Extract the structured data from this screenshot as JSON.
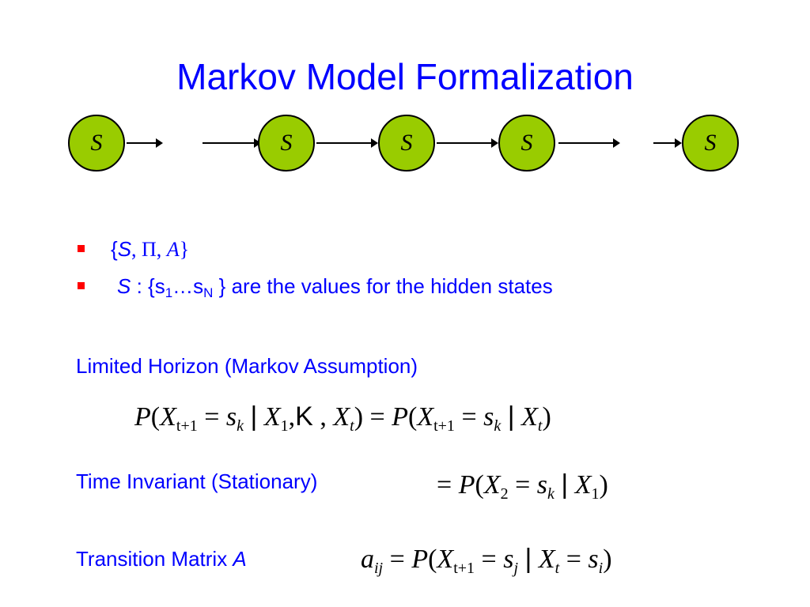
{
  "slide": {
    "title": "Markov Model Formalization"
  },
  "chain": {
    "node_label": "S",
    "node_color": "#99cc00"
  },
  "bullets": {
    "b1": {
      "open": "{",
      "S": "S",
      "rest": ", Π, ",
      "A": "A",
      "close": "}"
    },
    "b2": {
      "S": "S",
      "text1": " : {s",
      "sub1": "1",
      "text2": "…s",
      "subN": "N",
      "text3": " } are the values for the hidden states"
    }
  },
  "sections": {
    "limited_horizon": "Limited Horizon (Markov Assumption)",
    "time_invariant": "Time Invariant (Stationary)",
    "transition_matrix": "Transition Matrix ",
    "transition_matrix_var": "A"
  },
  "formulas": {
    "sub_t1": "t+1",
    "sub_k": "k",
    "sub_1": "1",
    "sub_t": "t",
    "sub_2": "2",
    "sub_ij": "ij",
    "sub_j": "j",
    "sub_i": "i",
    "ellipsis": "K"
  },
  "colors": {
    "title": "#0000ff",
    "bullet": "#ff0000",
    "body_text": "#0000ff"
  }
}
